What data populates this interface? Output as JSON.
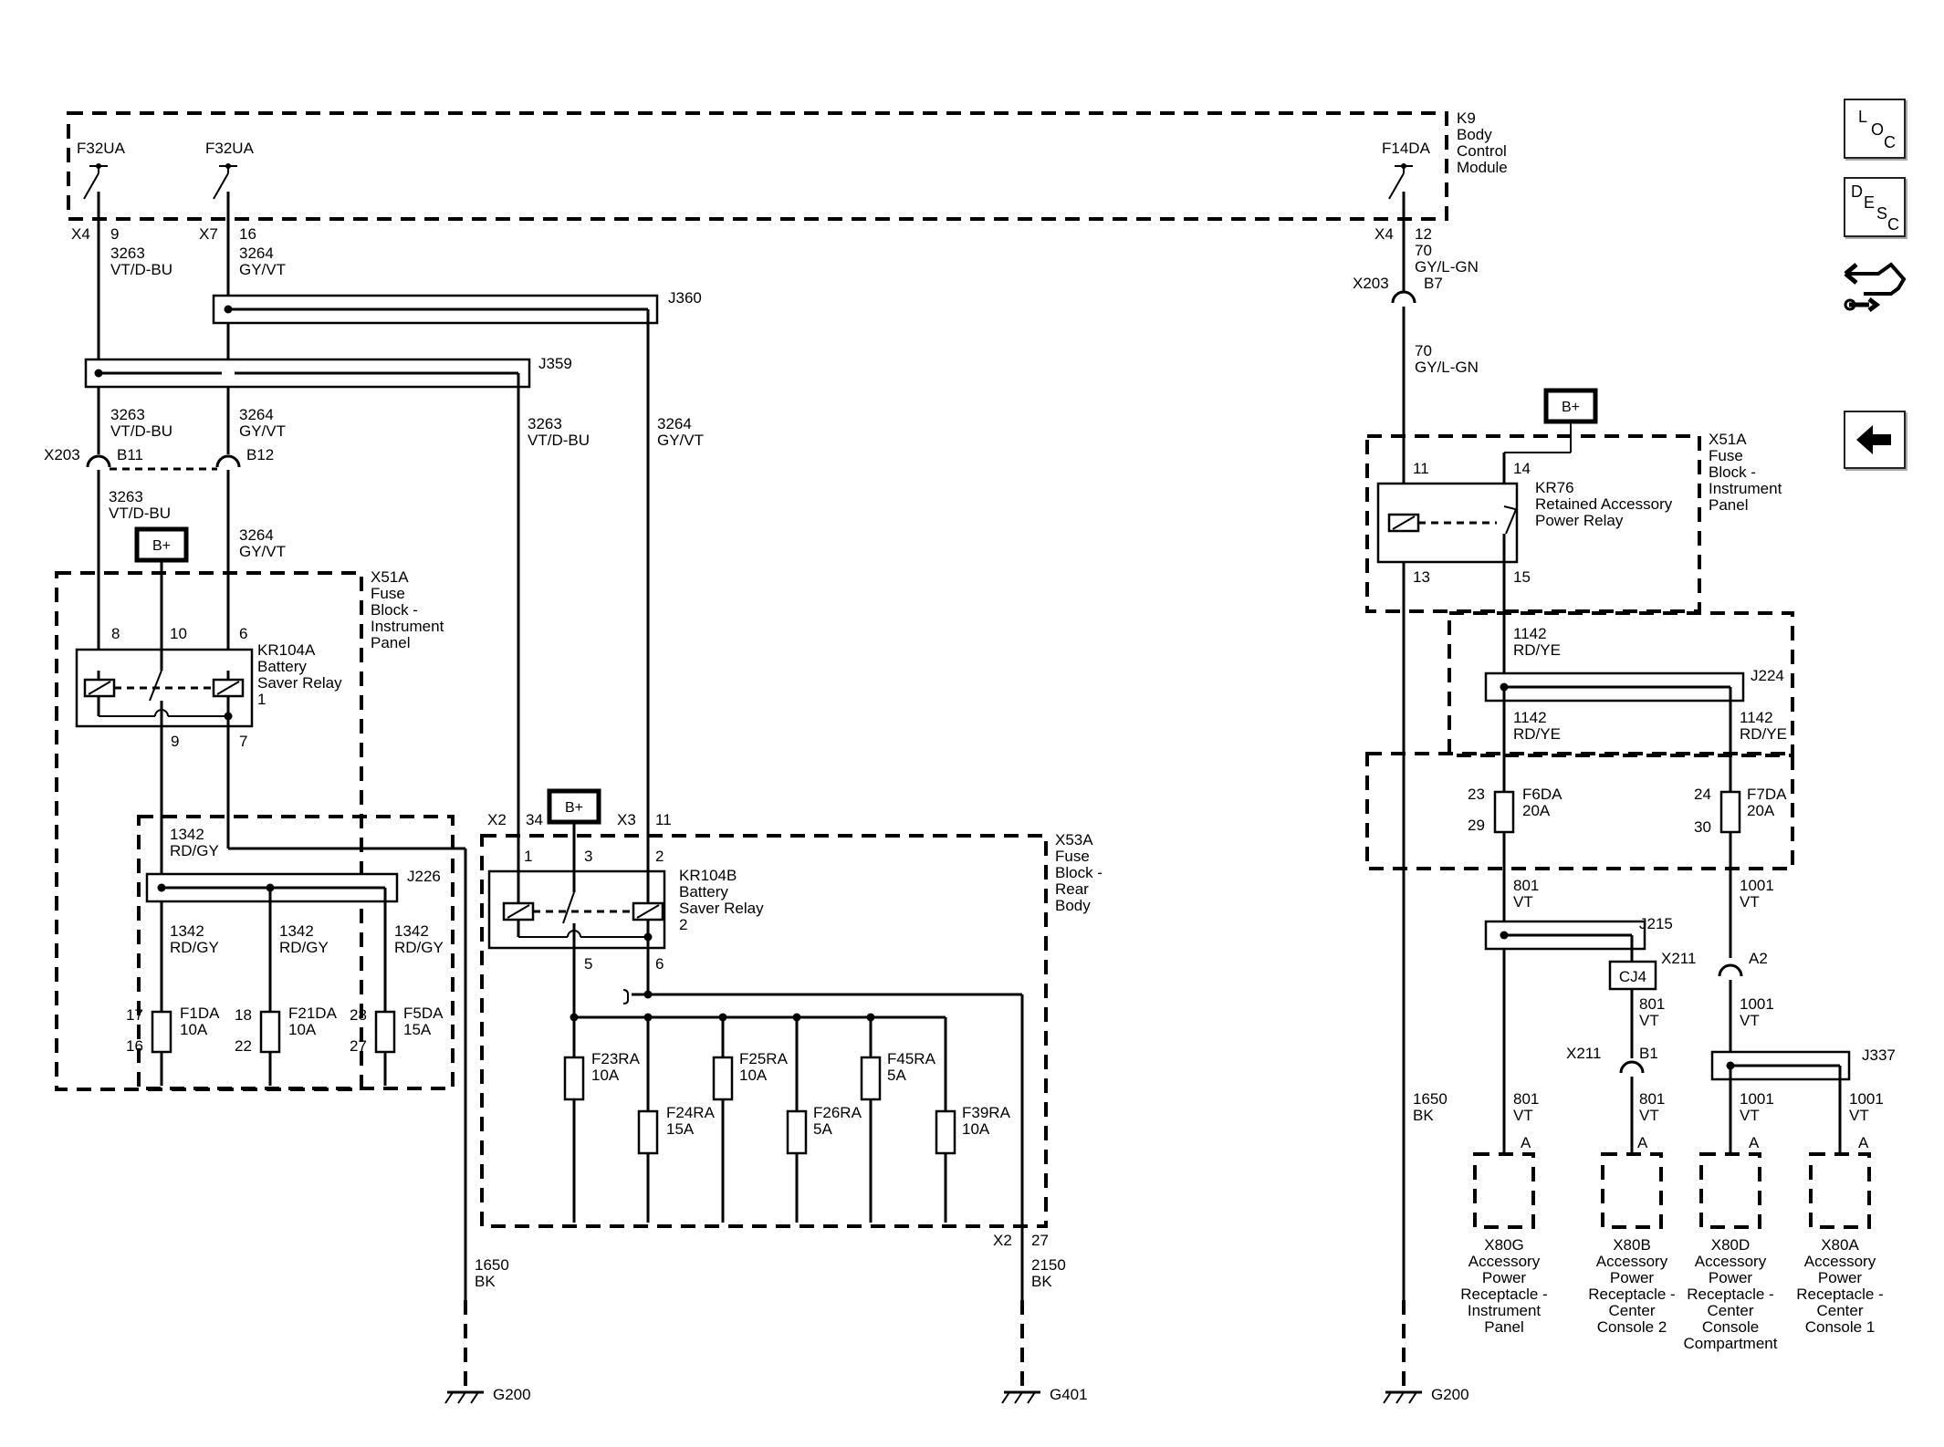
{
  "nav": {
    "loc_letters": [
      "L",
      "O",
      "C"
    ],
    "desc_letters": [
      "D",
      "E",
      "S",
      "C"
    ],
    "arrow_glyph": "🡄"
  },
  "modules": {
    "k9": [
      "K9",
      "Body",
      "Control",
      "Module"
    ],
    "x51a": [
      "X51A",
      "Fuse",
      "Block -",
      "Instrument",
      "Panel"
    ],
    "x51a_right": [
      "X51A",
      "Fuse",
      "Block -",
      "Instrument",
      "Panel"
    ],
    "x53a": [
      "X53A",
      "Fuse",
      "Block -",
      "Rear",
      "Body"
    ]
  },
  "relays": {
    "kr104a": [
      "KR104A",
      "Battery",
      "Saver Relay",
      "1"
    ],
    "kr104b": [
      "KR104B",
      "Battery",
      "Saver Relay",
      "2"
    ],
    "kr76": [
      "KR76",
      "Retained Accessory",
      "Power Relay"
    ]
  },
  "bplus": "B+",
  "labels": {
    "f32ua_1": "F32UA",
    "f32ua_2": "F32UA",
    "f14da": "F14DA",
    "x4_a": "X4",
    "pin9_a": "9",
    "x7": "X7",
    "pin16": "16",
    "x4_b": "X4",
    "pin12": "12",
    "w3263_a": [
      "3263",
      "VT/D-BU"
    ],
    "w3264_a": [
      "3264",
      "GY/VT"
    ],
    "w70_a": [
      "70",
      "GY/L-GN"
    ],
    "x203_r": "X203",
    "b7": "B7",
    "w70_b": [
      "70",
      "GY/L-GN"
    ],
    "j360": "J360",
    "j359": "J359",
    "w3263_b": [
      "3263",
      "VT/D-BU"
    ],
    "w3264_b": [
      "3264",
      "GY/VT"
    ],
    "w3263_c": [
      "3263",
      "VT/D-BU"
    ],
    "w3264_c": [
      "3264",
      "GY/VT"
    ],
    "x203_l": "X203",
    "b11": "B11",
    "b12": "B12",
    "w3263_d": [
      "3263",
      "VT/D-BU"
    ],
    "w3264_d": [
      "3264",
      "GY/VT"
    ],
    "pin8": "8",
    "pin10": "10",
    "pin6": "6",
    "pin9_b": "9",
    "pin7": "7",
    "w1342_a": [
      "1342",
      "RD/GY"
    ],
    "j226": "J226",
    "w1342_b": [
      "1342",
      "RD/GY"
    ],
    "w1342_c": [
      "1342",
      "RD/GY"
    ],
    "w1342_d": [
      "1342",
      "RD/GY"
    ],
    "pin17": "17",
    "pin16_f": "16",
    "pin18": "18",
    "pin22": "22",
    "pin28": "28",
    "pin27_f": "27",
    "f1da": [
      "F1DA",
      "10A"
    ],
    "f21da": [
      "F21DA",
      "10A"
    ],
    "f5da": [
      "F5DA",
      "15A"
    ],
    "x2_a": "X2",
    "pin34": "34",
    "x3": "X3",
    "pin11_b": "11",
    "pin1": "1",
    "pin3": "3",
    "pin2": "2",
    "pin5": "5",
    "pin6_b": "6",
    "f23ra": [
      "F23RA",
      "10A"
    ],
    "f25ra": [
      "F25RA",
      "10A"
    ],
    "f45ra": [
      "F45RA",
      "5A"
    ],
    "f24ra": [
      "F24RA",
      "15A"
    ],
    "f26ra": [
      "F26RA",
      "5A"
    ],
    "f39ra": [
      "F39RA",
      "10A"
    ],
    "x2_b": "X2",
    "pin27": "27",
    "w1650_a": [
      "1650",
      "BK"
    ],
    "w2150": [
      "2150",
      "BK"
    ],
    "w1650_b": [
      "1650",
      "BK"
    ],
    "g200_a": "G200",
    "g401": "G401",
    "g200_b": "G200",
    "pin11": "11",
    "pin14": "14",
    "pin13": "13",
    "pin15": "15",
    "w1142_a": [
      "1142",
      "RD/YE"
    ],
    "j224": "J224",
    "w1142_b": [
      "1142",
      "RD/YE"
    ],
    "w1142_c": [
      "1142",
      "RD/YE"
    ],
    "pin23": "23",
    "pin29": "29",
    "pin24": "24",
    "pin30": "30",
    "f6da": [
      "F6DA",
      "20A"
    ],
    "f7da": [
      "F7DA",
      "20A"
    ],
    "w801_a": [
      "801",
      "VT"
    ],
    "w1001_a": [
      "1001",
      "VT"
    ],
    "j215": "J215",
    "cj4": "CJ4",
    "x211_a": "X211",
    "a2": "A2",
    "w801_b": [
      "801",
      "VT"
    ],
    "w1001_b": [
      "1001",
      "VT"
    ],
    "x211_b": "X211",
    "b1": "B1",
    "j337": "J337",
    "w801_c": [
      "801",
      "VT"
    ],
    "w801_d": [
      "801",
      "VT"
    ],
    "w1001_c": [
      "1001",
      "VT"
    ],
    "w1001_d": [
      "1001",
      "VT"
    ],
    "pinA_1": "A",
    "pinA_2": "A",
    "pinA_3": "A",
    "pinA_4": "A"
  },
  "receptacles": {
    "x80g": [
      "X80G",
      "Accessory",
      "Power",
      "Receptacle -",
      "Instrument",
      "Panel"
    ],
    "x80b": [
      "X80B",
      "Accessory",
      "Power",
      "Receptacle -",
      "Center",
      "Console 2"
    ],
    "x80d": [
      "X80D",
      "Accessory",
      "Power",
      "Receptacle -",
      "Center",
      "Console",
      "Compartment"
    ],
    "x80a": [
      "X80A",
      "Accessory",
      "Power",
      "Receptacle -",
      "Center",
      "Console 1"
    ]
  }
}
